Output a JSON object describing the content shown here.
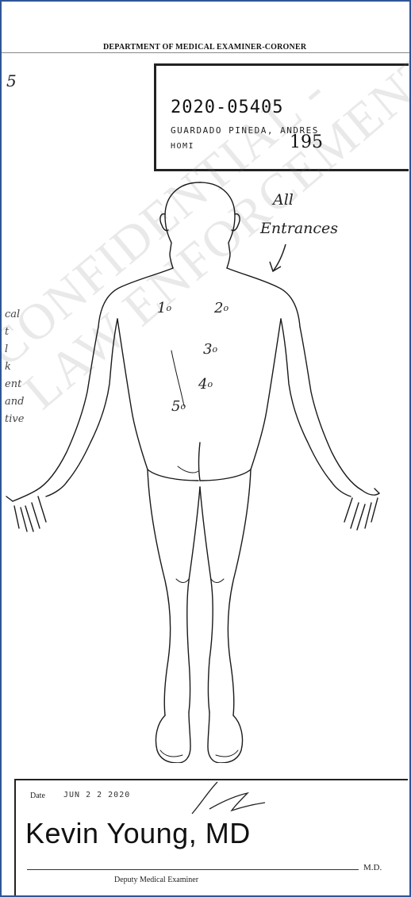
{
  "header": {
    "department": "DEPARTMENT OF MEDICAL EXAMINER-CORONER",
    "corner_note": "5"
  },
  "case_label": {
    "case_number": "2020-05405",
    "decedent": "GUARDADO PINEDA, ANDRES",
    "code": "HOMI",
    "page_number": "195"
  },
  "annotations": {
    "line1": "All",
    "line2": "Entrances"
  },
  "wounds": [
    {
      "label": "1"
    },
    {
      "label": "2"
    },
    {
      "label": "3"
    },
    {
      "label": "4"
    },
    {
      "label": "5"
    }
  ],
  "wound_marker": "o",
  "watermark": {
    "line1": "CONFIDENTIAL -",
    "line2": "LAW ENFORCEMENT USE ONLY"
  },
  "left_notes": [
    "cal",
    "t",
    "l",
    "k",
    "ent",
    "and",
    "tive"
  ],
  "footer": {
    "date_label": "Date",
    "date_value": "JUN 2 2 2020",
    "signer": "Kevin Young, MD",
    "md_suffix": "M.D.",
    "signer_title": "Deputy Medical Examiner"
  }
}
